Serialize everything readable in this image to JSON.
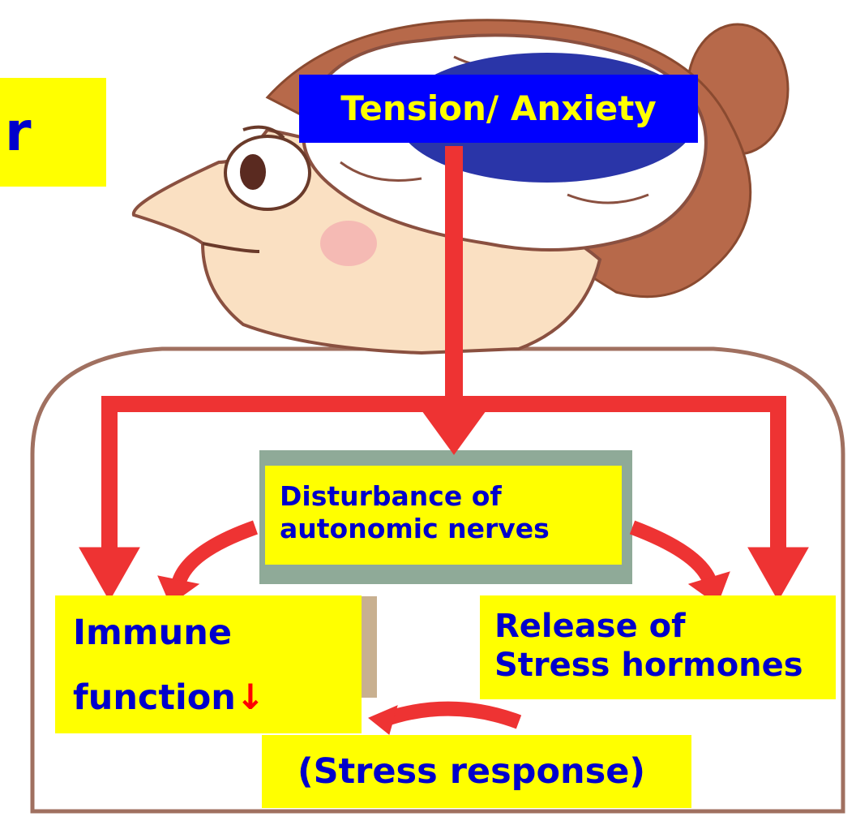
{
  "labels": {
    "side_fragment": "r",
    "tension": "Tension/ Anxiety",
    "disturbance_line1": "Disturbance of",
    "disturbance_line2": "autonomic nerves",
    "immune_line1": "Immune",
    "immune_line2": "function",
    "immune_arrow": "↓",
    "release_line1": "Release of",
    "release_line2": "Stress hormones",
    "stress_response": "(Stress response)"
  },
  "colors": {
    "label_fill": "#ffff00",
    "label_text": "#0000cc",
    "tension_fill": "#0000ff",
    "tension_text": "#ffff00",
    "arrow": "#ee3333",
    "skin": "#fae0c2",
    "hair": "#b7694a",
    "brain": "#ffffff",
    "center_box": "#8faa98"
  },
  "icons": [
    "woman-head-illustration",
    "brain-icon",
    "red-arrow"
  ]
}
